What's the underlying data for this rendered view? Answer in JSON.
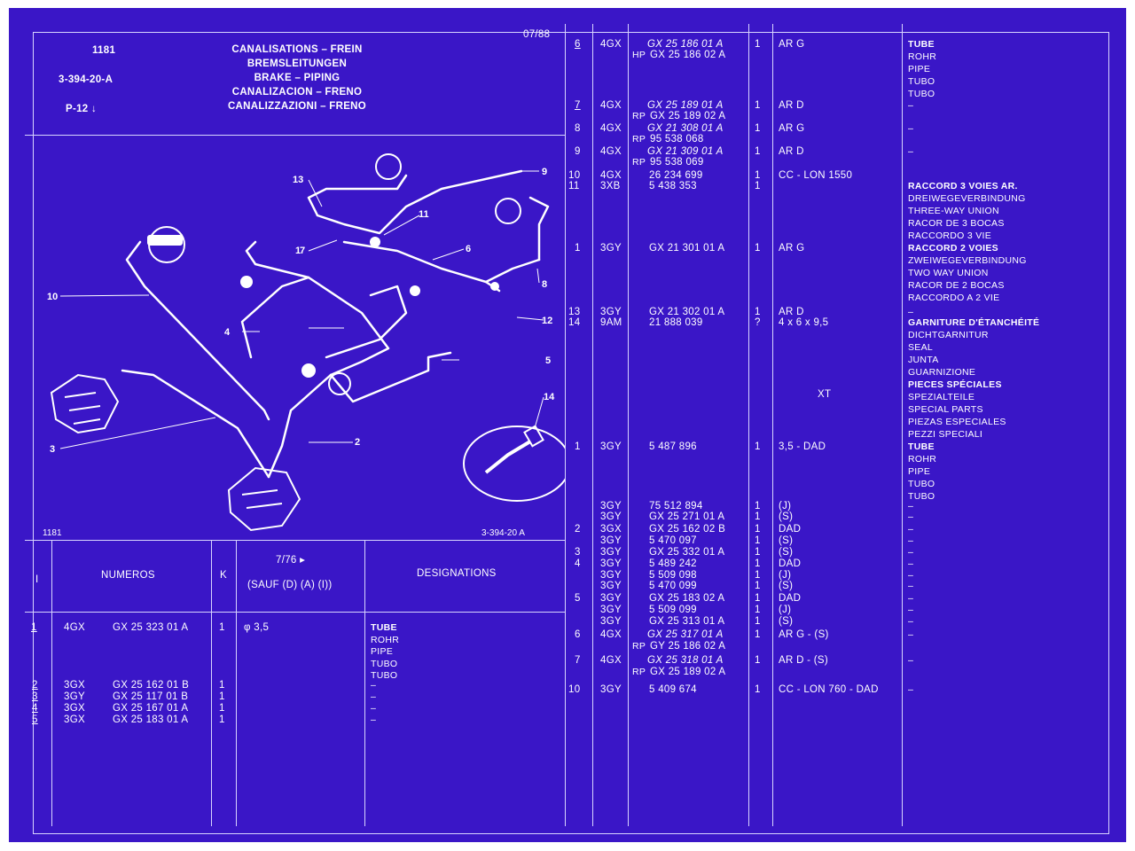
{
  "header": {
    "page_no": "1181",
    "ref": "3-394-20-A",
    "p_ref": "P-12 ↓",
    "date": "07/88",
    "titles": [
      "CANALISATIONS – FREIN",
      "BREMSLEITUNGEN",
      "BRAKE – PIPING",
      "CANALIZACION – FRENO",
      "CANALIZZAZIONI – FRENO"
    ]
  },
  "diagram": {
    "footer_left": "1181",
    "footer_right": "3-394-20 A",
    "callouts": [
      "1",
      "2",
      "3",
      "4",
      "5",
      "6",
      "7",
      "8",
      "9",
      "10",
      "11",
      "12",
      "13",
      "14"
    ]
  },
  "left_table": {
    "headers": {
      "col_i": "I",
      "numeros": "NUMEROS",
      "k": "K",
      "range": "7/76 ▸",
      "sauf": "(SAUF (D) (A) (I))",
      "designations": "DESIGNATIONS"
    },
    "rows": [
      {
        "item": "1",
        "code": "4GX",
        "num": "GX 25 323 01 A",
        "k": "1",
        "note": "φ 3,5",
        "des": [
          "TUBE",
          "ROHR",
          "PIPE",
          "TUBO",
          "TUBO"
        ]
      },
      {
        "item": "2",
        "code": "3GX",
        "num": "GX 25 162 01 B",
        "k": "1",
        "note": "",
        "des": [
          "–"
        ]
      },
      {
        "item": "3",
        "code": "3GY",
        "num": "GX 25 117 01 B",
        "k": "1",
        "note": "",
        "des": [
          "–"
        ]
      },
      {
        "item": "4",
        "code": "3GX",
        "num": "GX 25 167 01 A",
        "k": "1",
        "note": "",
        "des": [
          "–"
        ]
      },
      {
        "item": "5",
        "code": "3GX",
        "num": "GX 25 183 01 A",
        "k": "1",
        "note": "",
        "des": [
          "–"
        ]
      }
    ]
  },
  "right_table": {
    "rows": [
      {
        "item": "6",
        "code": "4GX",
        "pre": "",
        "num": "GX 25 186 01 A",
        "italic": true,
        "k": "1",
        "note": "AR G",
        "des": [
          "TUBE",
          "ROHR",
          "PIPE",
          "TUBO",
          "TUBO"
        ],
        "bold_first": true
      },
      {
        "item": "",
        "code": "",
        "pre": "HP",
        "num": "GX 25 186 02 A",
        "italic": false,
        "k": "",
        "note": "",
        "des": []
      },
      {
        "item": "7",
        "code": "4GX",
        "pre": "",
        "num": "GX 25 189 01 A",
        "italic": true,
        "k": "1",
        "note": "AR D",
        "des": [
          "–"
        ]
      },
      {
        "item": "",
        "code": "",
        "pre": "RP",
        "num": "GX 25 189 02 A",
        "italic": false,
        "k": "",
        "note": "",
        "des": []
      },
      {
        "item": "8",
        "code": "4GX",
        "pre": "",
        "num": "GX 21 308 01 A",
        "italic": true,
        "k": "1",
        "note": "AR G",
        "des": [
          "–"
        ]
      },
      {
        "item": "",
        "code": "",
        "pre": "RP",
        "num": "95 538 068",
        "italic": false,
        "k": "",
        "note": "",
        "des": []
      },
      {
        "item": "9",
        "code": "4GX",
        "pre": "",
        "num": "GX 21 309 01 A",
        "italic": true,
        "k": "1",
        "note": "AR D",
        "des": [
          "–"
        ]
      },
      {
        "item": "",
        "code": "",
        "pre": "RP",
        "num": "95 538 069",
        "italic": false,
        "k": "",
        "note": "",
        "des": []
      },
      {
        "item": "10",
        "code": "4GX",
        "pre": "",
        "num": "26 234 699",
        "italic": false,
        "k": "1",
        "note": "CC - LON 1550",
        "des": []
      },
      {
        "item": "11",
        "code": "3XB",
        "pre": "",
        "num": "5 438 353",
        "italic": false,
        "k": "1",
        "note": "",
        "des": [
          "RACCORD 3 VOIES AR.",
          "DREIWEGEVERBINDUNG",
          "THREE-WAY UNION",
          "RACOR DE 3 BOCAS",
          "RACCORDO 3 VIE"
        ],
        "bold_first": true
      },
      {
        "item": "1",
        "code": "3GY",
        "pre": "",
        "num": "GX 21 301 01 A",
        "italic": false,
        "k": "1",
        "note": "AR G",
        "des": [
          "RACCORD 2 VOIES",
          "ZWEIWEGEVERBINDUNG",
          "TWO WAY UNION",
          "RACOR DE 2 BOCAS",
          "RACCORDO A 2 VIE"
        ],
        "bold_first": true
      },
      {
        "item": "13",
        "code": "3GY",
        "pre": "",
        "num": "GX 21 302 01 A",
        "italic": false,
        "k": "1",
        "note": "AR D",
        "des": [
          "–"
        ]
      },
      {
        "item": "14",
        "code": "9AM",
        "pre": "",
        "num": "21 888 039",
        "italic": false,
        "k": "?",
        "note": "4 x 6 x 9,5",
        "des": [
          "GARNITURE D'ÉTANCHÉITÉ",
          "DICHTGARNITUR",
          "SEAL",
          "JUNTA",
          "GUARNIZIONE"
        ],
        "bold_first": true
      },
      {
        "item": "",
        "code": "",
        "pre": "",
        "num": "",
        "italic": false,
        "k": "",
        "note": "XT",
        "des": [
          "PIECES SPÉCIALES",
          "SPEZIALTEILE",
          "SPECIAL PARTS",
          "PIEZAS ESPECIALES",
          "PEZZI SPECIALI"
        ],
        "bold_first": true
      },
      {
        "item": "1",
        "code": "3GY",
        "pre": "",
        "num": "5 487 896",
        "italic": false,
        "k": "1",
        "note": "3,5 - DAD",
        "des": [
          "TUBE",
          "ROHR",
          "PIPE",
          "TUBO",
          "TUBO"
        ],
        "bold_first": true
      },
      {
        "item": "",
        "code": "3GY",
        "pre": "",
        "num": "75 512 894",
        "italic": false,
        "k": "1",
        "note": "(J)",
        "des": [
          "–"
        ]
      },
      {
        "item": "",
        "code": "3GY",
        "pre": "",
        "num": "GX 25 271 01 A",
        "italic": false,
        "k": "1",
        "note": "(S)",
        "des": [
          "–"
        ]
      },
      {
        "item": "2",
        "code": "3GX",
        "pre": "",
        "num": "GX 25 162 02 B",
        "italic": false,
        "k": "1",
        "note": "DAD",
        "des": [
          "–"
        ]
      },
      {
        "item": "",
        "code": "3GY",
        "pre": "",
        "num": "5 470 097",
        "italic": false,
        "k": "1",
        "note": "(S)",
        "des": [
          "–"
        ]
      },
      {
        "item": "3",
        "code": "3GY",
        "pre": "",
        "num": "GX 25 332 01 A",
        "italic": false,
        "k": "1",
        "note": "(S)",
        "des": [
          "–"
        ]
      },
      {
        "item": "4",
        "code": "3GY",
        "pre": "",
        "num": "5 489 242",
        "italic": false,
        "k": "1",
        "note": "DAD",
        "des": [
          "–"
        ]
      },
      {
        "item": "",
        "code": "3GY",
        "pre": "",
        "num": "5 509 098",
        "italic": false,
        "k": "1",
        "note": "(J)",
        "des": [
          "–"
        ]
      },
      {
        "item": "",
        "code": "3GY",
        "pre": "",
        "num": "5 470 099",
        "italic": false,
        "k": "1",
        "note": "(S)",
        "des": [
          "–"
        ]
      },
      {
        "item": "5",
        "code": "3GY",
        "pre": "",
        "num": "GX 25 183 02 A",
        "italic": false,
        "k": "1",
        "note": "DAD",
        "des": [
          "–"
        ]
      },
      {
        "item": "",
        "code": "3GY",
        "pre": "",
        "num": "5 509 099",
        "italic": false,
        "k": "1",
        "note": "(J)",
        "des": [
          "–"
        ]
      },
      {
        "item": "",
        "code": "3GY",
        "pre": "",
        "num": "GX 25 313 01 A",
        "italic": false,
        "k": "1",
        "note": "(S)",
        "des": [
          "–"
        ]
      },
      {
        "item": "6",
        "code": "4GX",
        "pre": "",
        "num": "GX 25 317 01 A",
        "italic": true,
        "k": "1",
        "note": "AR G - (S)",
        "des": [
          "–"
        ]
      },
      {
        "item": "",
        "code": "",
        "pre": "RP",
        "num": "GY 25 186 02 A",
        "italic": false,
        "k": "",
        "note": "",
        "des": []
      },
      {
        "item": "7",
        "code": "4GX",
        "pre": "",
        "num": "GX 25 318 01 A",
        "italic": true,
        "k": "1",
        "note": "AR D - (S)",
        "des": [
          "–"
        ]
      },
      {
        "item": "",
        "code": "",
        "pre": "RP",
        "num": "GX 25 189 02 A",
        "italic": false,
        "k": "",
        "note": "",
        "des": []
      },
      {
        "item": "10",
        "code": "3GY",
        "pre": "",
        "num": "5 409 674",
        "italic": false,
        "k": "1",
        "note": "CC - LON 760 - DAD",
        "des": [
          "–"
        ]
      }
    ]
  },
  "colors": {
    "paper": "#3a16c7",
    "ink": "#ffffff",
    "rule": "#d8d4ff"
  }
}
